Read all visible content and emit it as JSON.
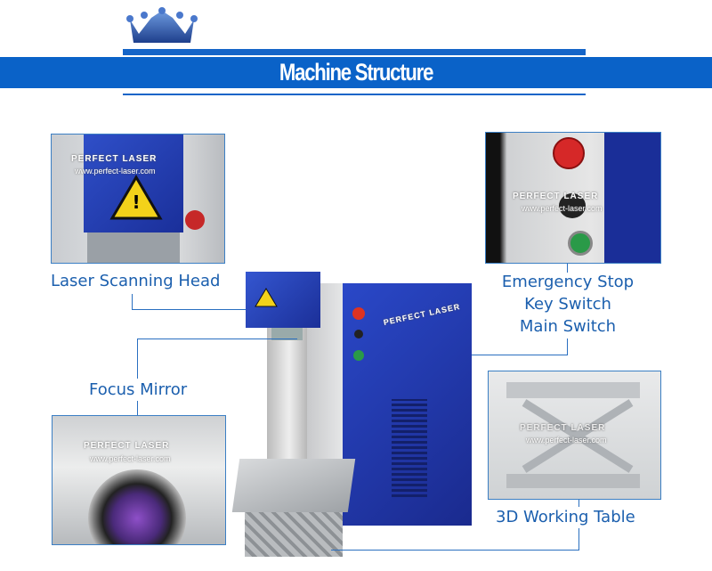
{
  "header": {
    "title": "Machine Structure"
  },
  "watermark": {
    "brand": "PERFECT LASER",
    "url": "www.perfect-laser.com"
  },
  "labels": {
    "laser_head": "Laser Scanning Head",
    "emergency_stop": "Emergency Stop",
    "key_switch": "Key Switch",
    "main_switch": "Main Switch",
    "focus_mirror": "Focus Mirror",
    "working_table": "3D Working Table"
  },
  "colors": {
    "brand_blue": "#0a62c8",
    "label_blue": "#1b5fae"
  }
}
